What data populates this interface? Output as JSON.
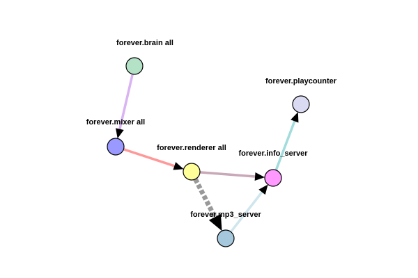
{
  "graph": {
    "nodes": [
      {
        "id": "brain",
        "label": "forever.brain all",
        "color": "#b3e2c6"
      },
      {
        "id": "mixer",
        "label": "forever.mixer all",
        "color": "#9999ff"
      },
      {
        "id": "renderer",
        "label": "forever.renderer all",
        "color": "#ffff99"
      },
      {
        "id": "info",
        "label": "forever.info_server",
        "color": "#ff99ff"
      },
      {
        "id": "playcounter",
        "label": "forever.playcounter",
        "color": "#dadaf3"
      },
      {
        "id": "mp3",
        "label": "forever.mp3_server",
        "color": "#a6c8dc"
      }
    ],
    "edges": [
      {
        "from": "brain",
        "to": "mixer",
        "color": "#d9b3f2"
      },
      {
        "from": "mixer",
        "to": "renderer",
        "color": "#ff9999"
      },
      {
        "from": "renderer",
        "to": "info",
        "color": "#c9a8b8"
      },
      {
        "from": "renderer",
        "to": "mp3",
        "color": "#999999"
      },
      {
        "from": "mp3",
        "to": "info",
        "color": "#cfe6ec"
      },
      {
        "from": "info",
        "to": "playcounter",
        "color": "#a3dcdc"
      }
    ]
  }
}
